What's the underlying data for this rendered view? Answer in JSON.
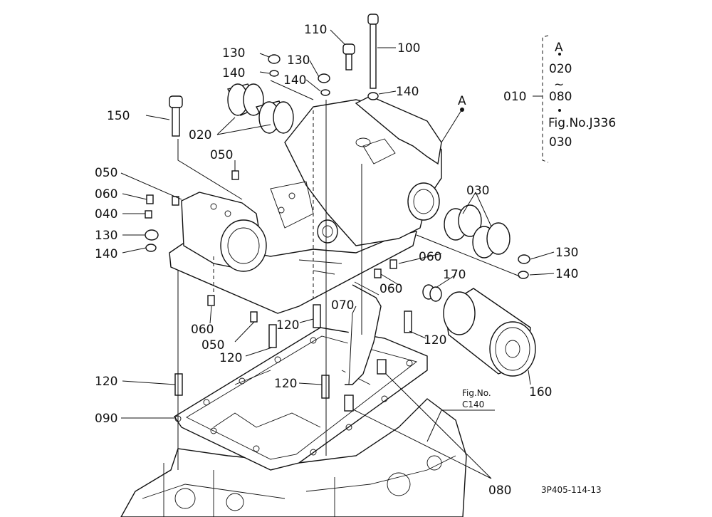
{
  "callouts": {
    "p010": "010",
    "p020": "020",
    "p030": "030",
    "p040": "040",
    "p050": "050",
    "p060": "060",
    "p070": "070",
    "p080": "080",
    "p090": "090",
    "p100": "100",
    "p110": "110",
    "p120": "120",
    "p130": "130",
    "p140": "140",
    "p150": "150",
    "p160": "160",
    "p170": "170"
  },
  "legend": {
    "marker": "A",
    "from": "020",
    "tilde": "~",
    "to": "080",
    "fig_ref": "Fig.No.J336",
    "last": "030",
    "marker_on_part": "A"
  },
  "fig_ref_lower": {
    "line1": "Fig.No.",
    "line2": "C140"
  },
  "drawing_number": "3P405-114-13"
}
